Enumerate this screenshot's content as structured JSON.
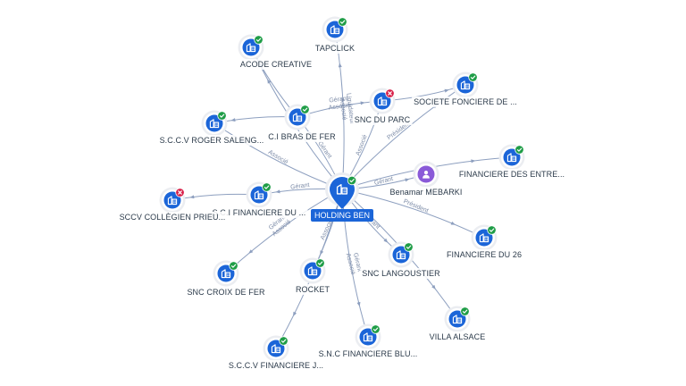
{
  "colors": {
    "edge": "#8d9fbf",
    "node_blue": "#1b65d8",
    "node_purple": "#8a5ad8",
    "halo": "#ebedf1",
    "ok": "#1f9d47",
    "bad": "#d8214a",
    "center_label_bg": "#1b65d8"
  },
  "center": {
    "id": "holding",
    "label": "HOLDING BEN",
    "status": "ok"
  },
  "nodes": [
    {
      "id": "tapclick",
      "label": "TAPCLICK",
      "icon": "building-icon",
      "status": "ok"
    },
    {
      "id": "acode",
      "label": "ACODE CREATIVE",
      "icon": "building-icon",
      "status": "ok"
    },
    {
      "id": "sncparc",
      "label": "SNC DU PARC",
      "icon": "building-icon",
      "status": "bad"
    },
    {
      "id": "fonciere",
      "label": "SOCIETE FONCIERE DE ...",
      "icon": "building-icon",
      "status": "ok"
    },
    {
      "id": "brasdefer",
      "label": "C.I BRAS DE FER",
      "icon": "building-icon",
      "status": "ok"
    },
    {
      "id": "sccvroger",
      "label": "S.C.C.V ROGER SALENG...",
      "icon": "building-icon",
      "status": "ok"
    },
    {
      "id": "financentre",
      "label": "FINANCIERE DES ENTRE...",
      "icon": "building-icon",
      "status": "ok"
    },
    {
      "id": "benamar",
      "label": "Benamar MEBARKI",
      "icon": "person-icon",
      "status": "none"
    },
    {
      "id": "scifin",
      "label": "S.C.I FINANCIERE DU ...",
      "icon": "building-icon",
      "status": "ok"
    },
    {
      "id": "sccvcoll",
      "label": "SCCV COLLÈGIEN PRIEU...",
      "icon": "building-icon",
      "status": "bad"
    },
    {
      "id": "fin26",
      "label": "FINANCIERE DU 26",
      "icon": "building-icon",
      "status": "ok"
    },
    {
      "id": "langoustier",
      "label": "SNC LANGOUSTIER",
      "icon": "building-icon",
      "status": "ok"
    },
    {
      "id": "rocket",
      "label": "ROCKET",
      "icon": "building-icon",
      "status": "ok"
    },
    {
      "id": "croixdefer",
      "label": "SNC CROIX DE FER",
      "icon": "building-icon",
      "status": "ok"
    },
    {
      "id": "alsace",
      "label": "VILLA ALSACE",
      "icon": "building-icon",
      "status": "ok"
    },
    {
      "id": "sncfinblu",
      "label": "S.N.C FINANCIERE BLU...",
      "icon": "building-icon",
      "status": "ok"
    },
    {
      "id": "sccvfinj",
      "label": "S.C.C.V FINANCIERE J...",
      "icon": "building-icon",
      "status": "ok"
    }
  ],
  "edges": [
    {
      "from": "holding",
      "to": "tapclick",
      "labels": [
        "Liquidateur",
        "Associé"
      ]
    },
    {
      "from": "holding",
      "to": "acode",
      "labels": [
        "Gérant"
      ]
    },
    {
      "from": "holding",
      "to": "sncparc",
      "labels": [
        "Associé"
      ]
    },
    {
      "from": "holding",
      "to": "fonciere",
      "labels": [
        "Président"
      ]
    },
    {
      "from": "holding",
      "to": "brasdefer",
      "labels": [
        "Gérant"
      ]
    },
    {
      "from": "holding",
      "to": "sccvroger",
      "labels": [
        "Associé"
      ]
    },
    {
      "from": "holding",
      "to": "benamar",
      "labels": [
        "Gérant"
      ]
    },
    {
      "from": "holding",
      "to": "financentre",
      "labels": []
    },
    {
      "from": "holding",
      "to": "scifin",
      "labels": [
        "Gérant"
      ]
    },
    {
      "from": "holding",
      "to": "fin26",
      "labels": [
        "Président"
      ]
    },
    {
      "from": "holding",
      "to": "langoustier",
      "labels": [
        "Gérant"
      ]
    },
    {
      "from": "holding",
      "to": "rocket",
      "labels": [
        "Associé"
      ]
    },
    {
      "from": "holding",
      "to": "croixdefer",
      "labels": [
        "Gérant",
        "Associé"
      ]
    },
    {
      "from": "holding",
      "to": "alsace",
      "labels": []
    },
    {
      "from": "holding",
      "to": "sncfinblu",
      "labels": [
        "Gérant",
        "Associé"
      ]
    },
    {
      "from": "holding",
      "to": "sccvfinj",
      "labels": []
    },
    {
      "from": "scifin",
      "to": "sccvcoll",
      "labels": []
    },
    {
      "from": "brasdefer",
      "to": "acode",
      "labels": []
    },
    {
      "from": "brasdefer",
      "to": "sccvroger",
      "labels": []
    },
    {
      "from": "brasdefer",
      "to": "sncparc",
      "labels": [
        "Gérant",
        "Associé"
      ]
    },
    {
      "from": "sncparc",
      "to": "fonciere",
      "labels": []
    }
  ]
}
